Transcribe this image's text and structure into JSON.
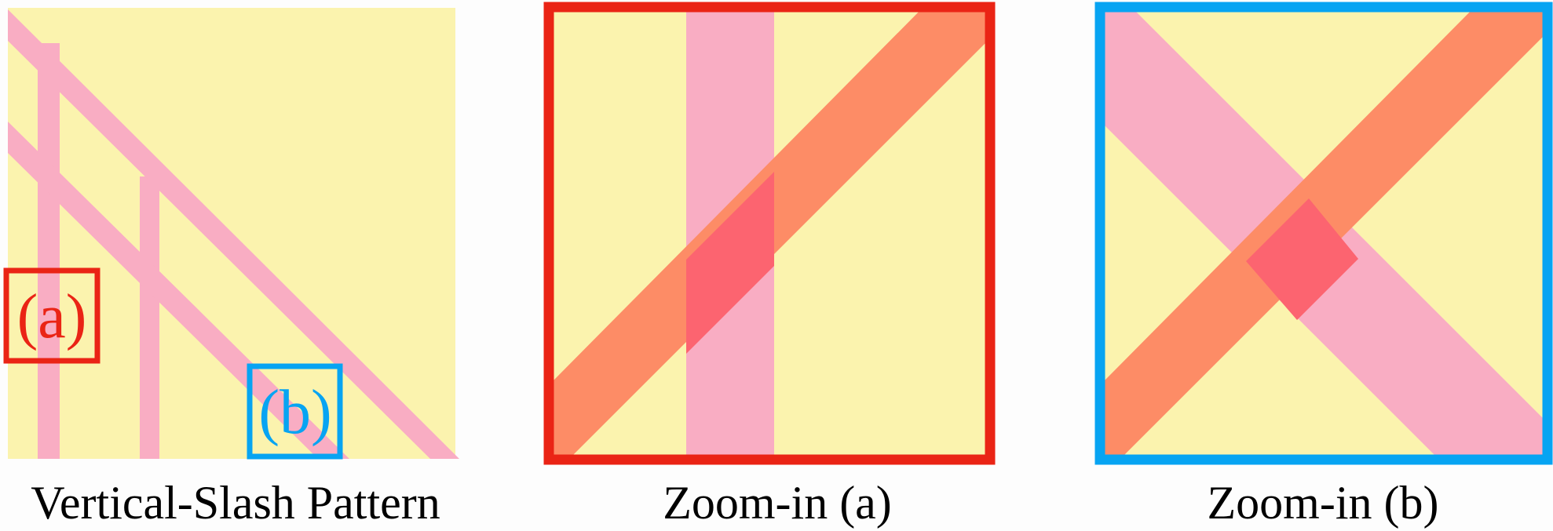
{
  "panels": [
    {
      "caption": "Vertical-Slash Pattern"
    },
    {
      "caption": "Zoom-in (a)"
    },
    {
      "caption": "Zoom-in (b)"
    }
  ],
  "markers": {
    "a": {
      "label": "(a)"
    },
    "b": {
      "label": "(b)"
    }
  },
  "colors": {
    "background": "#fbf3ae",
    "stripe": "#f9adc3",
    "diagonal": "#fd8c66",
    "overlap": "#fc6470",
    "box_a": "#ea2415",
    "box_b": "#07a4f2"
  }
}
